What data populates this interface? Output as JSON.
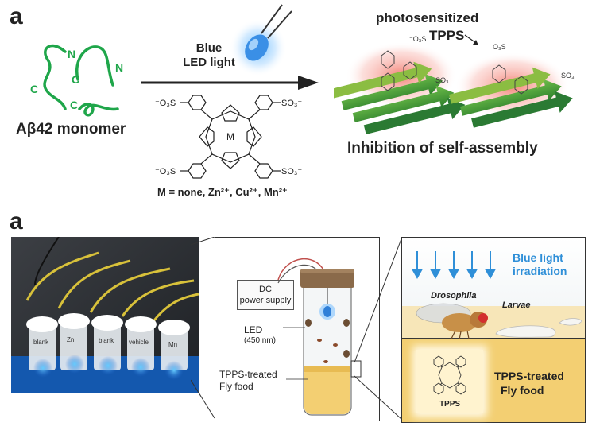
{
  "panel_top": {
    "letter": "a",
    "monomer_label": "Aβ42 monomer",
    "terminal_letters": [
      "N",
      "C",
      "N",
      "C",
      "C"
    ],
    "arrow_label_line1": "Blue",
    "arrow_label_line2": "LED light",
    "photosensitized_line1": "photosensitized",
    "photosensitized_line2": "TPPS",
    "inhibition_label": "Inhibition of self-assembly",
    "metal_label": "M = none, Zn²⁺, Cu²⁺, Mn²⁺",
    "porphyrin_center": "M",
    "sulfonate_labels": [
      "⁻O₃S",
      "SO₃⁻",
      "⁻O₃S",
      "SO₃⁻"
    ],
    "small_sulfonates": [
      "⁻O₃S",
      "SO₃⁻",
      "O₃S",
      "SO₃"
    ]
  },
  "panel_bottom": {
    "letter": "a",
    "dc_power_line1": "DC",
    "dc_power_line2": "power supply",
    "led_label": "LED",
    "led_wavelength": "(450 nm)",
    "tpps_food_line1": "TPPS-treated",
    "tpps_food_line2": "Fly food",
    "blue_light_line1": "Blue light",
    "blue_light_line2": "irradiation",
    "drosophila_label": "Drosophila",
    "larvae_label": "Larvae",
    "tpps_label": "TPPS",
    "right_food_line1": "TPPS-treated",
    "right_food_line2": "Fly food",
    "tube_labels": [
      "blank",
      "Zn",
      "blank",
      "vehicle",
      "Mn"
    ]
  },
  "colors": {
    "peptide_green": "#1fa64a",
    "blue_light": "#2f8fd8",
    "fly_food": "#f3cf72"
  }
}
